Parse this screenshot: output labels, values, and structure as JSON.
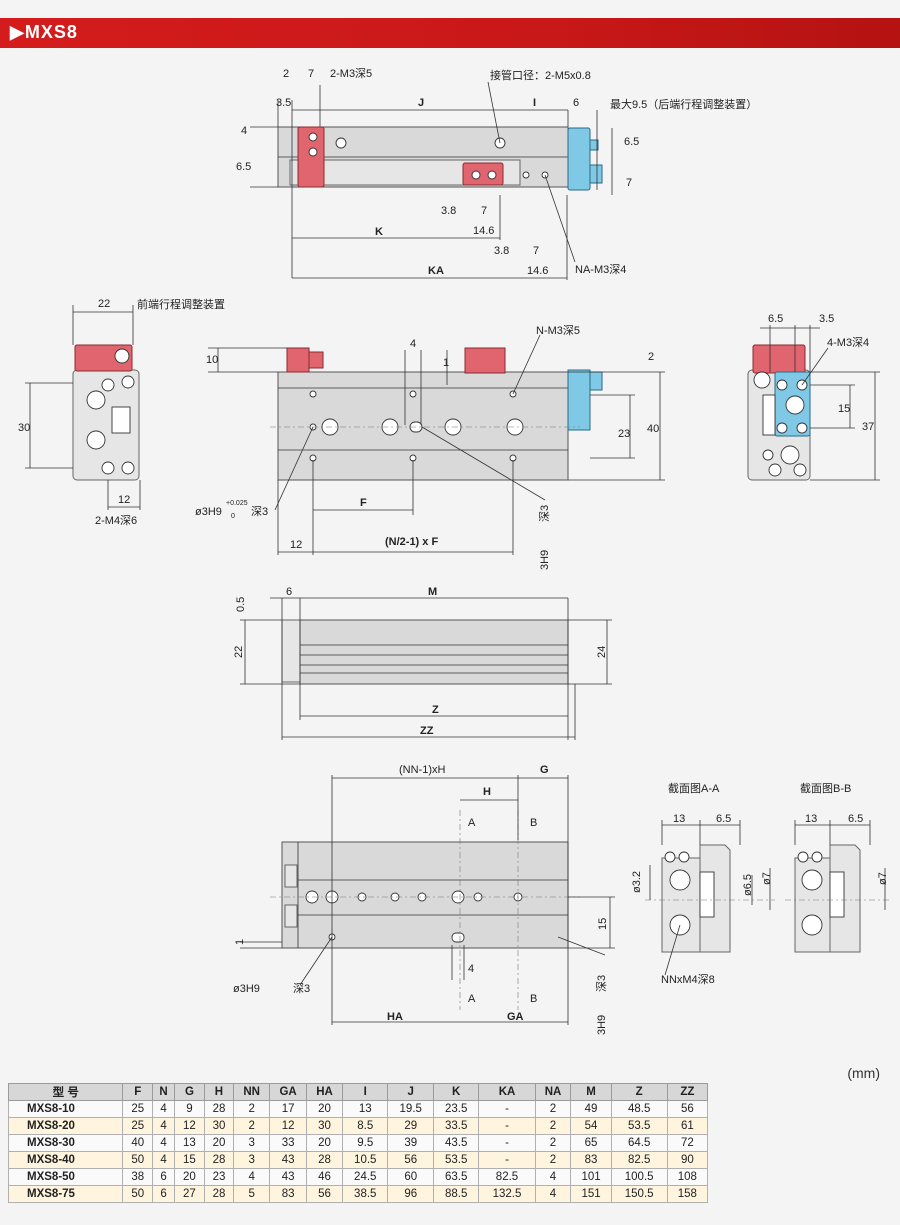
{
  "header": {
    "title": "▶MXS8"
  },
  "top_view": {
    "dims": [
      "2",
      "7",
      "2-M3深5",
      "接管口径：2-M5x0.8",
      "3.5",
      "J",
      "I",
      "6",
      "最大9.5（后端行程调整装置）",
      "4",
      "6.5",
      "6.5",
      "7",
      "3.8",
      "7",
      "K",
      "14.6",
      "3.8",
      "7",
      "KA",
      "14.6",
      "NA-M3深4"
    ]
  },
  "front_view": {
    "dims": [
      "22",
      "前端行程调整装置",
      "10",
      "30",
      "12",
      "2-M4深6",
      "4",
      "1",
      "N-M3深5",
      "2",
      "23",
      "40",
      "F",
      "12",
      "ø3H9",
      "+0.025",
      "0",
      "深3",
      "3H9",
      "深3",
      "(N/2-1) x F"
    ]
  },
  "side_view": {
    "dims": [
      "6.5",
      "3.5",
      "4-M3深4",
      "15",
      "37"
    ]
  },
  "bottom_view": {
    "dims": [
      "0.5",
      "6",
      "M",
      "22",
      "24",
      "Z",
      "ZZ"
    ]
  },
  "under_view": {
    "dims": [
      "(NN-1)xH",
      "G",
      "H",
      "A",
      "B",
      "15",
      "1",
      "4",
      "ø3H9",
      "深3",
      "A",
      "B",
      "HA",
      "GA",
      "3H9",
      "深3"
    ]
  },
  "sections": {
    "aa_label": "截面图A-A",
    "bb_label": "截面图B-B",
    "dims": [
      "13",
      "6.5",
      "ø3.2",
      "ø6.5",
      "ø7",
      "13",
      "6.5",
      "ø7",
      "NNxM4深8"
    ]
  },
  "unit_label": "(mm)",
  "table": {
    "headers": [
      "型 号",
      "F",
      "N",
      "G",
      "H",
      "NN",
      "GA",
      "HA",
      "I",
      "J",
      "K",
      "KA",
      "NA",
      "M",
      "Z",
      "ZZ"
    ],
    "rows": [
      [
        "MXS8-10",
        "25",
        "4",
        "9",
        "28",
        "2",
        "17",
        "20",
        "13",
        "19.5",
        "23.5",
        "-",
        "2",
        "49",
        "48.5",
        "56"
      ],
      [
        "MXS8-20",
        "25",
        "4",
        "12",
        "30",
        "2",
        "12",
        "30",
        "8.5",
        "29",
        "33.5",
        "-",
        "2",
        "54",
        "53.5",
        "61"
      ],
      [
        "MXS8-30",
        "40",
        "4",
        "13",
        "20",
        "3",
        "33",
        "20",
        "9.5",
        "39",
        "43.5",
        "-",
        "2",
        "65",
        "64.5",
        "72"
      ],
      [
        "MXS8-40",
        "50",
        "4",
        "15",
        "28",
        "3",
        "43",
        "28",
        "10.5",
        "56",
        "53.5",
        "-",
        "2",
        "83",
        "82.5",
        "90"
      ],
      [
        "MXS8-50",
        "38",
        "6",
        "20",
        "23",
        "4",
        "43",
        "46",
        "24.5",
        "60",
        "63.5",
        "82.5",
        "4",
        "101",
        "100.5",
        "108"
      ],
      [
        "MXS8-75",
        "50",
        "6",
        "27",
        "28",
        "5",
        "83",
        "56",
        "38.5",
        "96",
        "88.5",
        "132.5",
        "4",
        "151",
        "150.5",
        "158"
      ]
    ]
  }
}
